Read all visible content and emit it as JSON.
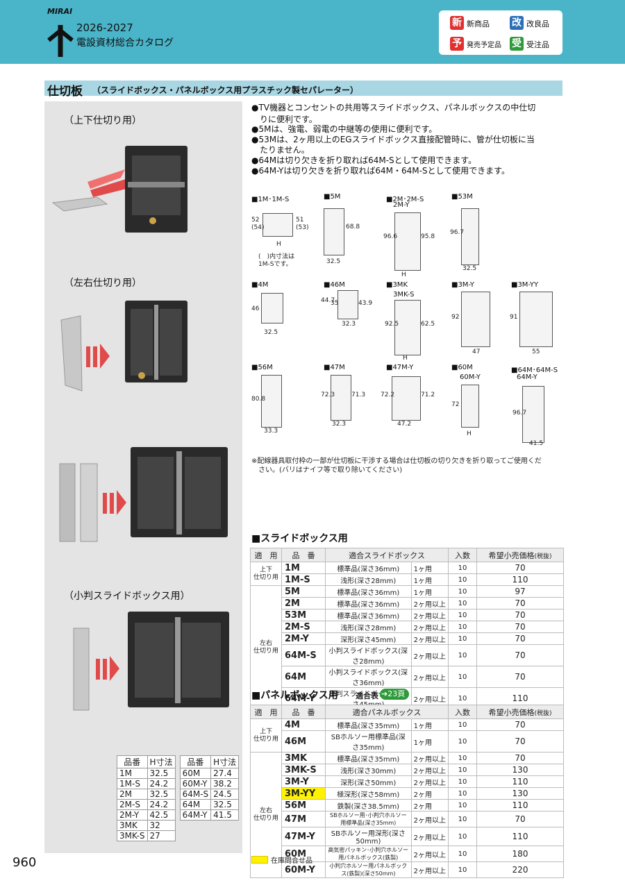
{
  "header": {
    "brand": "MIRAI",
    "years": "2026-2027",
    "catalog_title": "電設資材総合カタログ",
    "legend": [
      {
        "icon": "新",
        "label": "新商品",
        "color": "#e03030"
      },
      {
        "icon": "改",
        "label": "改良品",
        "color": "#2a6fb8"
      },
      {
        "icon": "予",
        "label": "発売予定品",
        "color": "#e03030"
      },
      {
        "icon": "受",
        "label": "受注品",
        "color": "#2e9a3a"
      }
    ]
  },
  "section": {
    "title": "仕切板",
    "subtitle": "（スライドボックス・パネルボックス用プラスチック製セパレーター）"
  },
  "images": {
    "caption1": "（上下仕切り用）",
    "caption2": "（左右仕切り用）",
    "caption3": "（小判スライドボックス用）"
  },
  "bullets": [
    "●TV機器とコンセントの共用等スライドボックス、パネルボックスの中仕切",
    "　りに便利です。",
    "●5Mは、強電、弱電の中継等の使用に便利です。",
    "●53Mは、2ヶ用以上のEGスライドボックス直接配管時に、管が仕切板に当",
    "　たりません。",
    "●64Mは切り欠きを折り取れば64M-Sとして使用できます。",
    "●64M-Yは切り欠きを折り取れば64M・64M-Sとして使用できます。"
  ],
  "diagrams": [
    {
      "label": "■1M･1M-S",
      "dims": [
        "52",
        "(54)",
        "51",
        "(53)",
        "H"
      ],
      "note1": "(　)内寸法は",
      "note2": "1M-Sです。"
    },
    {
      "label": "■5M",
      "dims": [
        "68.8",
        "32.5"
      ]
    },
    {
      "label": "■2M･2M-S",
      "label2": "2M-Y",
      "dims": [
        "96.6",
        "95.8",
        "H"
      ]
    },
    {
      "label": "■53M",
      "dims": [
        "96.7",
        "32.5"
      ]
    },
    {
      "label": "■4M",
      "dims": [
        "46",
        "32.5"
      ]
    },
    {
      "label": "■46M",
      "dims": [
        "44.7",
        "35",
        "43.9",
        "32.3"
      ]
    },
    {
      "label": "■3MK",
      "label2": "3MK-S",
      "dims": [
        "92.5",
        "62.5",
        "H"
      ]
    },
    {
      "label": "■3M-Y",
      "dims": [
        "92",
        "47"
      ]
    },
    {
      "label": "■3M-YY",
      "dims": [
        "91",
        "55"
      ]
    },
    {
      "label": "■56M",
      "dims": [
        "80.8",
        "33.3"
      ]
    },
    {
      "label": "■47M",
      "dims": [
        "72.3",
        "71.3",
        "32.3"
      ]
    },
    {
      "label": "■47M-Y",
      "dims": [
        "72.2",
        "71.2",
        "47.2"
      ]
    },
    {
      "label": "■60M",
      "label2": "60M-Y",
      "dims": [
        "72",
        "H"
      ]
    },
    {
      "label": "■64M･64M-S",
      "label2": "64M-Y",
      "dims": [
        "96.7",
        "41.5"
      ]
    }
  ],
  "note": [
    "※配線器具取付枠の一部が仕切板に干渉する場合は仕切板の切り欠きを折り取ってご使用くだ",
    "　さい。(バリはナイフ等で取り除いてください)"
  ],
  "slide_table": {
    "title": "■スライドボックス用",
    "headers": [
      "適　用",
      "品　番",
      "適合スライドボックス",
      "入数",
      "希望小売価格",
      "(税抜)"
    ],
    "groups": [
      {
        "usage": [
          "上下",
          "仕切り用"
        ],
        "rows": [
          {
            "pn": "1M",
            "desc": "標準品(深さ36mm)",
            "count": "1ヶ用",
            "qty": "10",
            "price": "70"
          },
          {
            "pn": "1M-S",
            "desc": "浅形(深さ28mm)",
            "count": "1ヶ用",
            "qty": "10",
            "price": "110"
          }
        ]
      },
      {
        "usage": [
          "左右",
          "仕切り用"
        ],
        "rows": [
          {
            "pn": "5M",
            "desc": "標準品(深さ36mm)",
            "count": "1ヶ用",
            "qty": "10",
            "price": "97"
          },
          {
            "pn": "2M",
            "desc": "標準品(深さ36mm)",
            "count": "2ヶ用以上",
            "qty": "10",
            "price": "70"
          },
          {
            "pn": "53M",
            "desc": "標準品(深さ36mm)",
            "count": "2ヶ用以上",
            "qty": "10",
            "price": "70"
          },
          {
            "pn": "2M-S",
            "desc": "浅形(深さ28mm)",
            "count": "2ヶ用以上",
            "qty": "10",
            "price": "70"
          },
          {
            "pn": "2M-Y",
            "desc": "深形(深さ45mm)",
            "count": "2ヶ用以上",
            "qty": "10",
            "price": "70"
          },
          {
            "pn": "64M-S",
            "desc": "小判スライドボックス(深さ28mm)",
            "count": "2ヶ用以上",
            "qty": "10",
            "price": "70"
          },
          {
            "pn": "64M",
            "desc": "小判スライドボックス(深さ36mm)",
            "count": "2ヶ用以上",
            "qty": "10",
            "price": "70"
          },
          {
            "pn": "64M-Y",
            "desc": "小判スライドボックス(深さ45mm)",
            "count": "2ヶ用以上",
            "qty": "10",
            "price": "110"
          }
        ]
      }
    ]
  },
  "panel_table": {
    "title": "■パネルボックス用",
    "ref_label": "適合表",
    "ref_page": "23頁",
    "headers": [
      "適　用",
      "品　番",
      "適合パネルボックス",
      "入数",
      "希望小売価格",
      "(税抜)"
    ],
    "groups": [
      {
        "usage": [
          "上下",
          "仕切り用"
        ],
        "rows": [
          {
            "pn": "4M",
            "desc": "標準品(深さ35mm)",
            "count": "1ヶ用",
            "qty": "10",
            "price": "70"
          },
          {
            "pn": "46M",
            "desc": "SBホルソー用標準品(深さ35mm)",
            "count": "1ヶ用",
            "qty": "10",
            "price": "70"
          }
        ]
      },
      {
        "usage": [
          "左右",
          "仕切り用"
        ],
        "rows": [
          {
            "pn": "3MK",
            "desc": "標準品(深さ35mm)",
            "count": "2ヶ用以上",
            "qty": "10",
            "price": "70"
          },
          {
            "pn": "3MK-S",
            "desc": "浅形(深さ30mm)",
            "count": "2ヶ用以上",
            "qty": "10",
            "price": "130"
          },
          {
            "pn": "3M-Y",
            "desc": "深形(深さ50mm)",
            "count": "2ヶ用以上",
            "qty": "10",
            "price": "110"
          },
          {
            "pn": "3M-YY",
            "desc": "極深形(深さ58mm)",
            "count": "2ヶ用",
            "qty": "10",
            "price": "130",
            "stock": true
          },
          {
            "pn": "56M",
            "desc": "鉄製(深さ38.5mm)",
            "count": "2ヶ用",
            "qty": "10",
            "price": "110"
          },
          {
            "pn": "47M",
            "desc": "SBホルソー用･小判穴ホルソー用標準品(深さ35mm)",
            "count": "2ヶ用以上",
            "qty": "10",
            "price": "70"
          },
          {
            "pn": "47M-Y",
            "desc": "SBホルソー用深形(深さ50mm)",
            "count": "2ヶ用以上",
            "qty": "10",
            "price": "110"
          },
          {
            "pn": "60M",
            "desc": "高気密パッキン･小判穴ホルソー用パネルボックス(鉄製)",
            "count": "2ヶ用以上",
            "qty": "10",
            "price": "180"
          },
          {
            "pn": "60M-Y",
            "desc": "小判穴ホルソー用パネルボックス(鉄製)(深さ50mm)",
            "count": "2ヶ用以上",
            "qty": "10",
            "price": "220"
          }
        ]
      }
    ],
    "stock_color": "#fff200",
    "stock_legend": "在庫問合せ品"
  },
  "h_table": {
    "headers": [
      "品番",
      "H寸法",
      "品番",
      "H寸法"
    ],
    "rows": [
      [
        "1M",
        "32.5",
        "60M",
        "27.4"
      ],
      [
        "1M-S",
        "24.2",
        "60M-Y",
        "38.2"
      ],
      [
        "2M",
        "32.5",
        "64M-S",
        "24.5"
      ],
      [
        "2M-S",
        "24.2",
        "64M",
        "32.5"
      ],
      [
        "2M-Y",
        "42.5",
        "64M-Y",
        "41.5"
      ],
      [
        "3MK",
        "32",
        "",
        ""
      ],
      [
        "3MK-S",
        "27",
        "",
        ""
      ]
    ]
  },
  "page_number": "960"
}
